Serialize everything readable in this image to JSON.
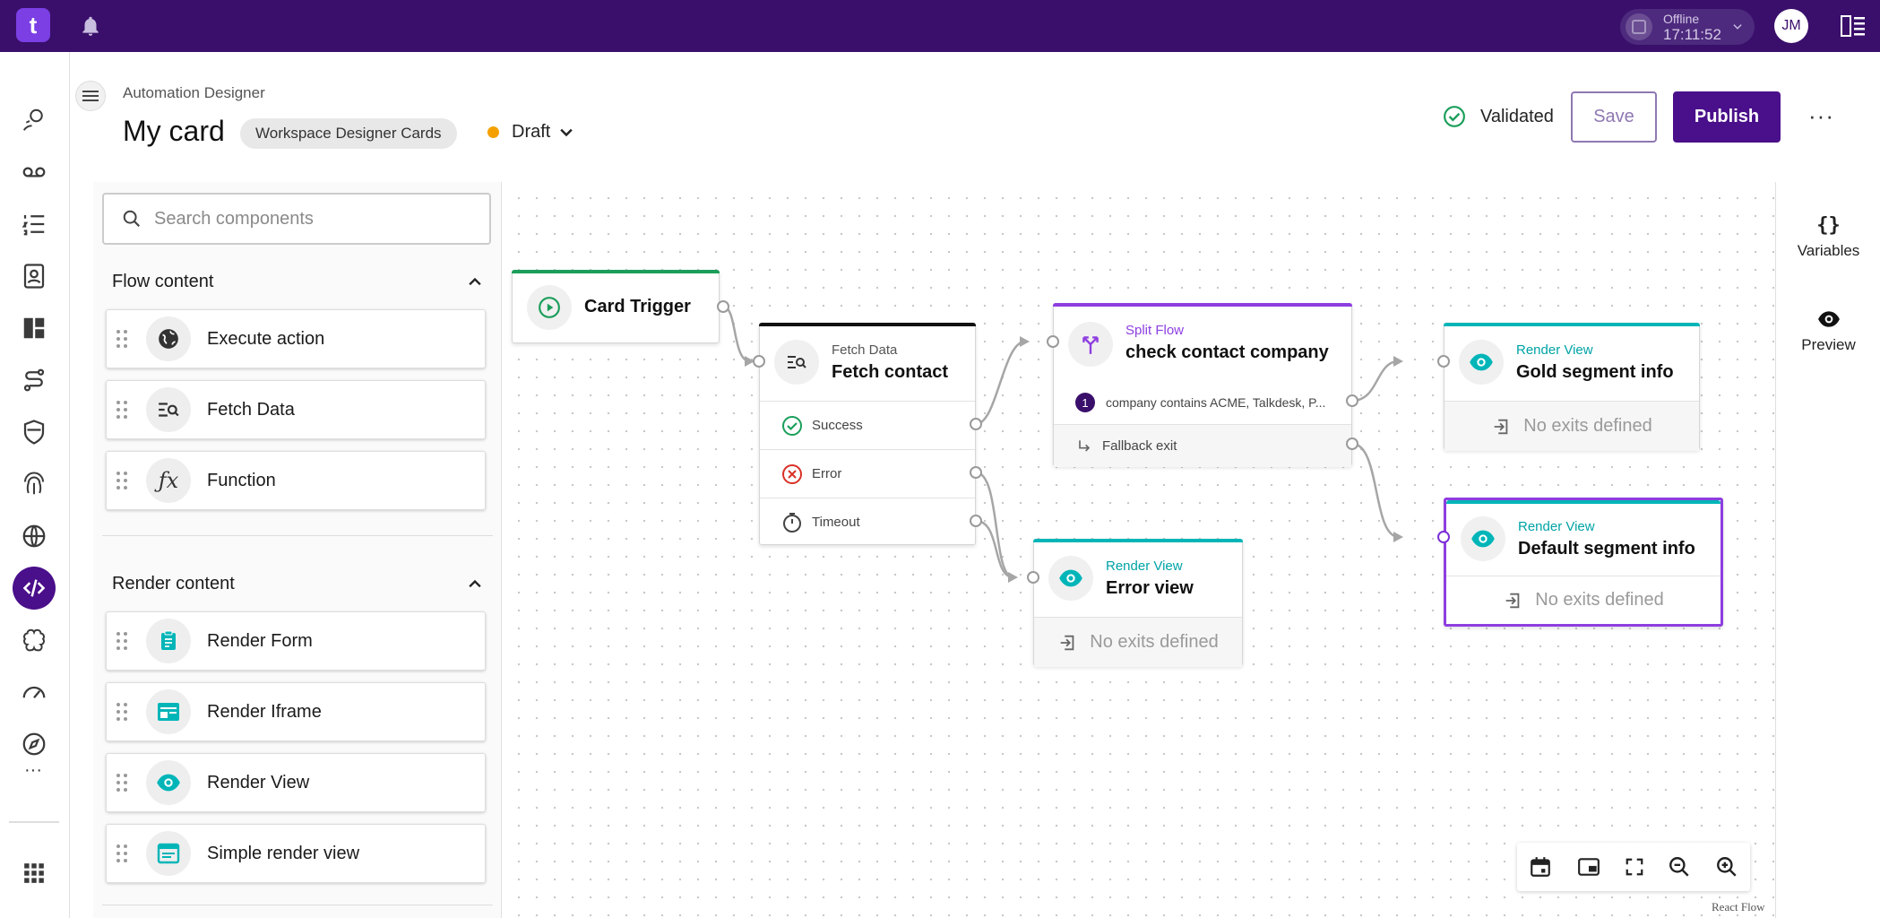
{
  "topbar": {
    "logo_text": "t",
    "status": {
      "label": "Offline",
      "time": "17:11:52"
    },
    "avatar_initials": "JM"
  },
  "rail": {
    "more_label": "···"
  },
  "header": {
    "breadcrumb": "Automation Designer",
    "title": "My card",
    "tag": "Workspace Designer Cards",
    "status": "Draft",
    "validated_label": "Validated",
    "save_label": "Save",
    "publish_label": "Publish",
    "more_label": "···"
  },
  "components": {
    "search_placeholder": "Search components",
    "sections": [
      {
        "title": "Flow content",
        "items": [
          "Execute action",
          "Fetch Data",
          "Function"
        ]
      },
      {
        "title": "Render content",
        "items": [
          "Render Form",
          "Render Iframe",
          "Render View",
          "Simple render view"
        ]
      }
    ]
  },
  "nodes": {
    "trigger": {
      "title": "Card Trigger"
    },
    "fetch": {
      "type": "Fetch Data",
      "title": "Fetch contact",
      "exits": [
        "Success",
        "Error",
        "Timeout"
      ]
    },
    "split": {
      "type": "Split Flow",
      "title": "check contact company",
      "rule_number": "1",
      "rule": "company contains ACME, Talkdesk, P...",
      "fallback": "Fallback exit"
    },
    "gold": {
      "type": "Render View",
      "title": "Gold segment info",
      "no_exits": "No exits defined"
    },
    "default": {
      "type": "Render View",
      "title": "Default segment info",
      "no_exits": "No exits defined"
    },
    "error": {
      "type": "Render View",
      "title": "Error view",
      "no_exits": "No exits defined"
    }
  },
  "right_panel": {
    "variables_label": "Variables",
    "preview_label": "Preview",
    "variables_icon": "{}"
  },
  "react_flow_label": "React Flow",
  "colors": {
    "brand": "#3a0f6b",
    "accent": "#4a0f8a",
    "teal": "#00b5b8",
    "split": "#8e3ee0",
    "success": "#1a9e5a",
    "error": "#d93025"
  }
}
